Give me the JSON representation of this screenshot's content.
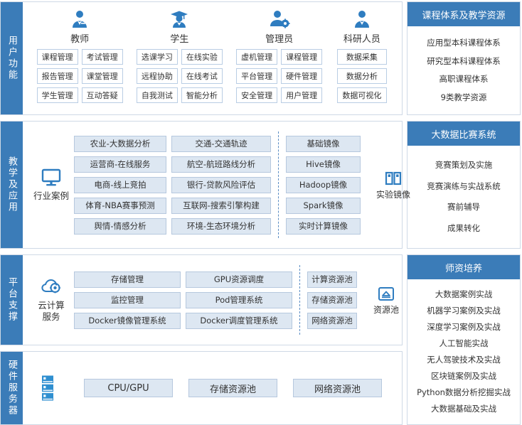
{
  "bands": [
    {
      "tab_label": "用户功能",
      "name": "user-functions",
      "personas": [
        {
          "icon": "teacher-icon",
          "name": "教师",
          "items": [
            "课程管理",
            "考试管理",
            "报告管理",
            "课堂管理",
            "学生管理",
            "互动答疑"
          ]
        },
        {
          "icon": "student-icon",
          "name": "学生",
          "items": [
            "选课学习",
            "在线实验",
            "远程协助",
            "在线考试",
            "自我测试",
            "智能分析"
          ]
        },
        {
          "icon": "admin-icon",
          "name": "管理员",
          "items": [
            "虚机管理",
            "课程管理",
            "平台管理",
            "硬件管理",
            "安全管理",
            "用户管理"
          ]
        },
        {
          "icon": "researcher-icon",
          "name": "科研人员",
          "items": [
            "数据采集",
            "数据分析",
            "数据可视化"
          ]
        }
      ]
    },
    {
      "tab_label": "教学及应用",
      "name": "teaching-application",
      "left_group": {
        "icon": "monitor-icon",
        "label": "行业案例"
      },
      "col1": [
        "农业-大数据分析",
        "运营商-在线服务",
        "电商-线上竞拍",
        "体育-NBA赛事预测",
        "舆情-情感分析"
      ],
      "col2": [
        "交通-交通轨迹",
        "航空-航班路线分析",
        "银行-贷款风险评估",
        "互联网-搜索引擎构建",
        "环境-生态环境分析"
      ],
      "col3": [
        "基础镜像",
        "Hive镜像",
        "Hadoop镜像",
        "Spark镜像",
        "实时计算镜像"
      ],
      "right_group": {
        "icon": "image-library-icon",
        "label": "实验镜像"
      }
    },
    {
      "tab_label": "平台支撑",
      "name": "platform-support",
      "left_group": {
        "icon": "cloud-gear-icon",
        "label": "云计算\n服务",
        "label_line1": "云计算",
        "label_line2": "服务"
      },
      "col1": [
        "存储管理",
        "监控管理",
        "Docker镜像管理系统"
      ],
      "col2": [
        "GPU资源调度",
        "Pod管理系统",
        "Docker调度管理系统"
      ],
      "col3": [
        "计算资源池",
        "存储资源池",
        "网络资源池"
      ],
      "right_group": {
        "icon": "resource-pool-icon",
        "label": "资源池"
      }
    },
    {
      "tab_label": "硬件服务器",
      "name": "hardware-server",
      "icon": "server-rack-icon",
      "items": [
        "CPU/GPU",
        "存储资源池",
        "网络资源池"
      ]
    }
  ],
  "panels": [
    {
      "name": "course-system",
      "title": "课程体系及教学资源",
      "items": [
        "应用型本科课程体系",
        "研究型本科课程体系",
        "高职课程体系",
        "9类教学资源"
      ]
    },
    {
      "name": "bigdata-competition",
      "title": "大数据比赛系统",
      "items": [
        "竞赛策划及实施",
        "竞赛演练与实战系统",
        "赛前辅导",
        "成果转化"
      ]
    },
    {
      "name": "teacher-training",
      "title": "师资培养",
      "items": [
        "大数据案例实战",
        "机器学习案例及实战",
        "深度学习案例及实战",
        "人工智能实战",
        "无人驾驶技术及实战",
        "区块链案例及实战",
        "Python数据分析挖掘实战",
        "大数据基础及实战"
      ]
    }
  ],
  "colors": {
    "brand_blue": "#3b7cb8",
    "box_fill": "#dde7f2",
    "box_border": "#b6c8de",
    "panel_border": "#cfd9e6"
  }
}
